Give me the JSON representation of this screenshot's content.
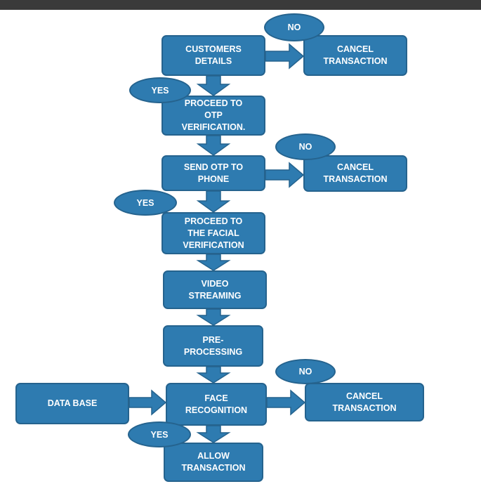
{
  "colors": {
    "node_fill": "#2e7bb0",
    "node_border": "#25638e",
    "text": "#ffffff",
    "topbar": "#3a3a3a"
  },
  "nodes": {
    "customers_details": "CUSTOMERS\nDETAILS",
    "cancel_1": "CANCEL\nTRANSACTION",
    "otp_verification": "PROCEED TO\nOTP\nVERIFICATION.",
    "send_otp": "SEND OTP TO\nPHONE",
    "cancel_2": "CANCEL\nTRANSACTION",
    "facial_verification": "PROCEED TO\nTHE FACIAL\nVERIFICATION",
    "video_streaming": "VIDEO\nSTREAMING",
    "pre_processing": "PRE-\nPROCESSING",
    "database": "DATA BASE",
    "face_recognition": "FACE\nRECOGNITION",
    "cancel_3": "CANCEL\nTRANSACTION",
    "allow_transaction": "ALLOW\nTRANSACTION"
  },
  "labels": {
    "no_1": "NO",
    "yes_1": "YES",
    "no_2": "NO",
    "yes_2": "YES",
    "no_3": "NO",
    "yes_3": "YES"
  }
}
